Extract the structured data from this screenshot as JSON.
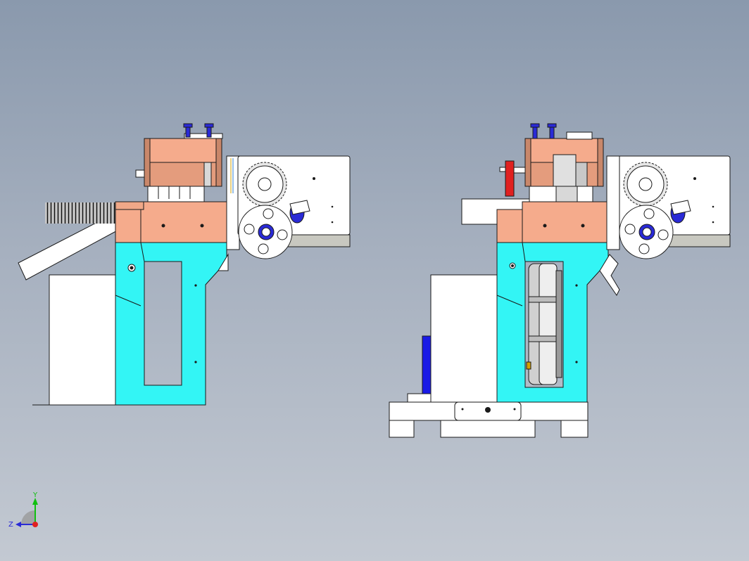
{
  "viewport": {
    "background_top": "#8a99ad",
    "background_bottom": "#c3c9d2"
  },
  "colors": {
    "frame": "#33f5f5",
    "block": "#f5ab8c",
    "block_dark": "#d08c70",
    "body": "#ffffff",
    "outline": "#1a1a1a",
    "knob": "#2a2ad6",
    "marker": "#e02020",
    "motor": "#1a1ae6",
    "grey": "#c8c8c0"
  },
  "views": [
    {
      "name": "left-side-view"
    },
    {
      "name": "right-side-view"
    }
  ],
  "triad": {
    "y_label": "Y",
    "z_label": "Z",
    "x_color": "#e02020",
    "y_color": "#10c010",
    "z_color": "#2a2ad6"
  }
}
